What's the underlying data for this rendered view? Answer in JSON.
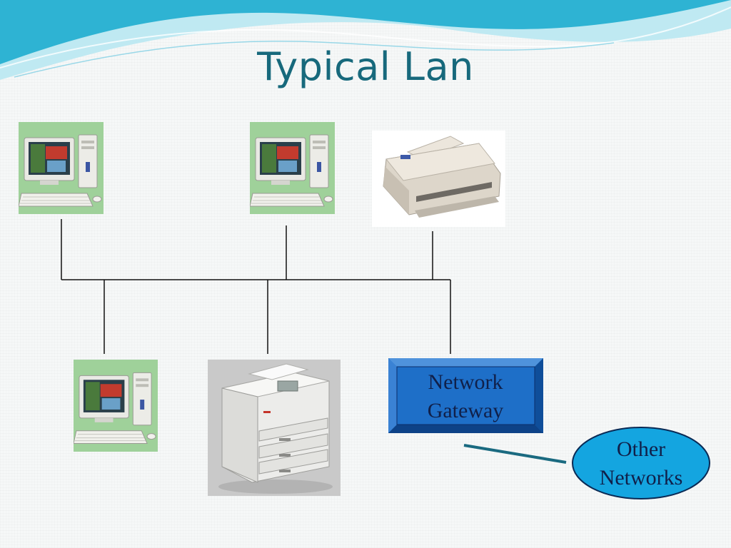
{
  "slide": {
    "title": "Typical Lan"
  },
  "devices": [
    {
      "kind": "desktop-computer",
      "icon": "desktop-computer-icon"
    },
    {
      "kind": "desktop-computer",
      "icon": "desktop-computer-icon"
    },
    {
      "kind": "inkjet-printer",
      "icon": "inkjet-printer-icon"
    },
    {
      "kind": "desktop-computer",
      "icon": "desktop-computer-icon"
    },
    {
      "kind": "laser-printer",
      "icon": "laser-printer-icon"
    }
  ],
  "gateway": {
    "line1": "Network",
    "line2": "Gateway",
    "fill": "#1e6fc8",
    "border": "#0b2e6a"
  },
  "external": {
    "line1": "Other",
    "line2": "Networks",
    "fill": "#14a5e0"
  },
  "colors": {
    "title": "#17697c",
    "wave_dark": "#2eb3d3",
    "wave_light": "#bfe9f2",
    "link": "#1a6a80",
    "bus": "#111111",
    "tile_green": "#9fd19a"
  }
}
